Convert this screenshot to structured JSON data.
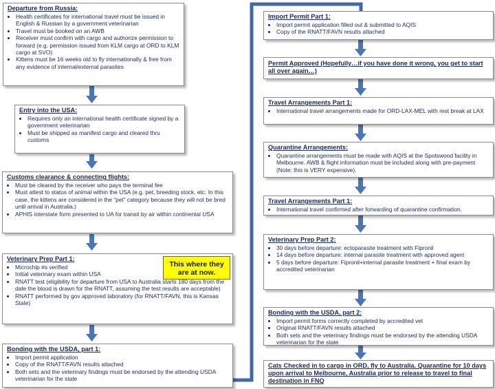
{
  "boxes": [
    {
      "title": "Departure from Russia:",
      "items": [
        "Health certificates for international travel must be issued in English & Russian by a government veterinarian",
        "Travel must be booked on an AWB",
        "Receiver must confirm with cargo and authorize permission to forward (e.g. permission issued from KLM cargo at ORD to KLM cargo at SVO)",
        "Kittens must be 16 weeks old to fly internationally & free from any evidence of internal/external parasites"
      ]
    },
    {
      "title": "Entry into the USA:",
      "items": [
        "Requires only an international health certificate signed by a government veterinarian",
        "Must be shipped as manifest cargo and cleared thru customs"
      ]
    },
    {
      "title": "Customs clearance & connecting flights:",
      "items": [
        "Must be cleared by the receiver who pays the terminal fee",
        "Must attest to status of animal within the USA (e.g. pet, breeding stock, etc. In this case, the kittens are considered in the “pet” category because they will not be bred until arrival in Australia.)",
        "APHIS interstate form presented to UA for transit by air within continental USA"
      ]
    },
    {
      "title": "Veterinary Prep Part 1:",
      "items": [
        "Microchip #s verified",
        "Initial veterinary exam within USA",
        "RNATT test (eligibility for departure from USA to Australia starts 180 days from the date the blood is drawn for the RNATT, assuming the test results are acceptable)",
        "RNATT performed by gov approved laboratory (for RNATT/FAVN, this is Kansas State)"
      ]
    },
    {
      "title": "Bonding with the USDA, part 1:",
      "items": [
        "Import permit application",
        "Copy of the RNATT/FAVN results attached",
        "Both sets and the veterinary findings must be endorsed by the attending USDA veterinarian for the state"
      ]
    },
    {
      "title": "Import Permit Part 1:",
      "items": [
        "Import permit application filled out & submitted to AQIS",
        "Copy of the RNATT/FAVN results attached"
      ]
    },
    {
      "title": "Permit Approved (Hopefully…if you have done it wrong, you get to start all over again…)",
      "items": []
    },
    {
      "title": "Travel Arrangements Part 1:",
      "items": [
        "International travel arrangements made for ORD-LAX-MEL with rest break at LAX"
      ]
    },
    {
      "title": "Quarantine Arrangements:",
      "items": [
        "Quarantine arrangements must be made with AQIS at the Spotswood facility in Melbourne. AWB & flight information must be included along with pre-payment (Note: this is VERY expensive)."
      ]
    },
    {
      "title": "Travel Arrangements Part 1:",
      "items": [
        "International travel confirmed after forwarding of quarantine confirmation."
      ]
    },
    {
      "title": "Veterinary Prep Part 2:",
      "items": [
        "30 days before departure: ectoparasite treatment with Fipronil",
        "14 days before departure: internal parasite treatment with approved agent",
        "5 days before departure: Fipronil+internal parasite treatment + final exam by accredited veterinarian"
      ]
    },
    {
      "title": "Bonding with the USDA, part 2:",
      "items": [
        "Import permit forms correctly completed by accredited vet",
        "Original RNATT/FAVN results attached",
        "Both sets and the veterinary findings must be endorsed by the attending USDA veterinarian for the state"
      ]
    },
    {
      "title": "Cats Checked in to cargo in ORD, fly to Australia.  Quarantine for 10 days upon arrival to Melbourne, Australia prior to release to travel to final destination in FNQ",
      "items": []
    }
  ],
  "note": "This where they are at now.",
  "colors": {
    "arrow": "#4a77b4",
    "connector": "#3e6aa8",
    "note_bg": "#ffff00",
    "text": "#1a2a55"
  }
}
